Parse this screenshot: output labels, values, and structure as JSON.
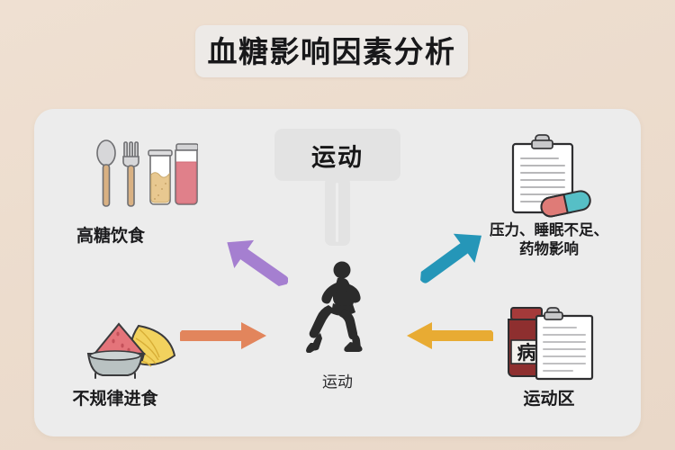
{
  "page": {
    "background_color": "#ecdccd",
    "card_color": "#ececec"
  },
  "title": {
    "text": "血糖影响因素分析",
    "pill_color": "#edeae7"
  },
  "center": {
    "sign_label": "运动",
    "sign_color": "#e3e3e3",
    "runner_caption": "运动",
    "runner_color": "#2b2b2b",
    "runner_icon": "running-person-icon",
    "signpost_icon": "signpost-icon"
  },
  "nodes": [
    {
      "id": "high-sugar-diet",
      "label": "高糖饮食",
      "position": "top-left",
      "icon": "utensils-and-jars-icon",
      "icon_parts": [
        "spoon",
        "fork",
        "honey-jar",
        "red-drink-jar"
      ]
    },
    {
      "id": "stress-sleep-medication",
      "label_line1": "压力、睡眠不足、",
      "label_line2": "药物影响",
      "position": "top-right",
      "icon": "clipboard-and-pill-icon",
      "icon_parts": [
        "clipboard",
        "capsule-pill"
      ]
    },
    {
      "id": "irregular-eating",
      "label": "不规律进食",
      "position": "bottom-left",
      "icon": "watermelon-bowl-and-lemon-icon",
      "icon_parts": [
        "bowl",
        "watermelon-slice",
        "lemon-wedge"
      ]
    },
    {
      "id": "exercise-zone",
      "label": "运动区",
      "position": "bottom-right",
      "icon": "medicine-bottle-and-clipboard-icon",
      "icon_parts": [
        "medicine-bottle",
        "clipboard"
      ],
      "bottle_label": "病"
    }
  ],
  "arrows": [
    {
      "id": "arrow-to-high-sugar-diet",
      "direction": "up-left",
      "color": "#a57fd0",
      "from": "center",
      "to": "high-sugar-diet"
    },
    {
      "id": "arrow-to-stress-sleep-medication",
      "direction": "up-right",
      "color": "#2596b8",
      "from": "center",
      "to": "stress-sleep-medication"
    },
    {
      "id": "arrow-to-center-from-irregular-eating",
      "direction": "right",
      "color": "#e2855c",
      "from": "irregular-eating",
      "to": "center"
    },
    {
      "id": "arrow-to-center-from-exercise-zone",
      "direction": "left",
      "color": "#e8ab33",
      "from": "exercise-zone",
      "to": "center"
    }
  ]
}
